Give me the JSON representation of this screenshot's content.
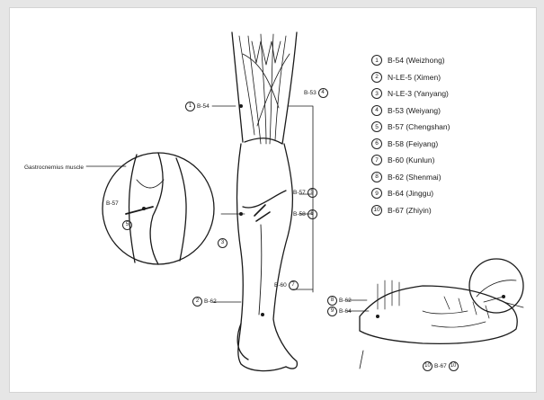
{
  "legend": [
    {
      "num": "1",
      "text": "B-54 (Weizhong)"
    },
    {
      "num": "2",
      "text": "N-LE-5 (Ximen)"
    },
    {
      "num": "3",
      "text": "N-LE-3 (Yanyang)"
    },
    {
      "num": "4",
      "text": "B-53 (Weiyang)"
    },
    {
      "num": "5",
      "text": "B-57 (Chengshan)"
    },
    {
      "num": "6",
      "text": "B-58 (Feiyang)"
    },
    {
      "num": "7",
      "text": "B-60 (Kunlun)"
    },
    {
      "num": "8",
      "text": "B-62 (Shenmai)"
    },
    {
      "num": "9",
      "text": "B-64 (Jinggu)"
    },
    {
      "num": "10",
      "text": "B-67 (Zhiyin)"
    }
  ],
  "labels": {
    "knee_left": {
      "num": "1",
      "code": "B-54"
    },
    "knee_right": {
      "code": "B-53",
      "num": "4"
    },
    "calf_upper": {
      "code": "B-57",
      "num": "5"
    },
    "calf_mid": {
      "code": "B-58",
      "num": "6"
    },
    "shin_mark": {
      "num": "3"
    },
    "ankle_left": {
      "num": "2",
      "code": "B-62"
    },
    "ankle_right": {
      "code": "B-60",
      "num": "7"
    },
    "foot_upper": {
      "num": "8",
      "code": "B-62"
    },
    "foot_mid": {
      "num": "9",
      "code": "B-64"
    },
    "foot_bottom": {
      "num": "10",
      "code": "B-67",
      "num2": "10"
    },
    "inset": {
      "code": "B-57",
      "num": "5"
    }
  },
  "muscle_label": "Gastrocnemius muscle",
  "colors": {
    "ink": "#1a1a1a",
    "page": "#ffffff",
    "frame": "#e6e6e6"
  }
}
